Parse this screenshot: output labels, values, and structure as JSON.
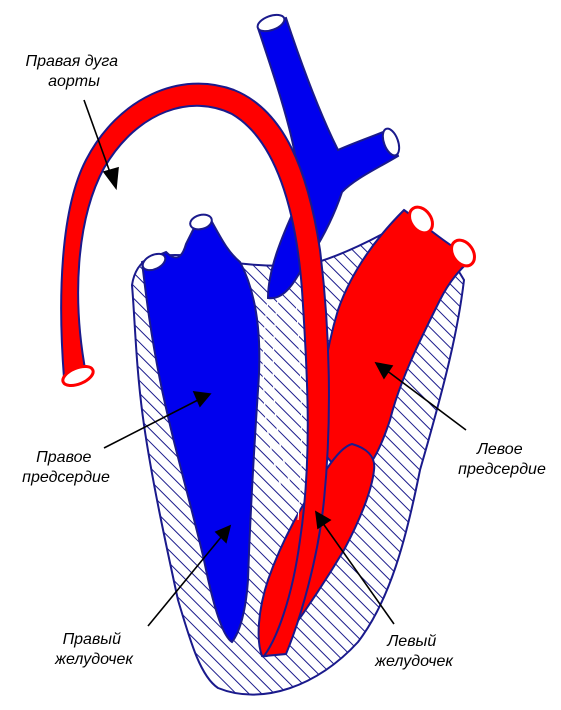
{
  "labels": {
    "right_aortic_arch": [
      "Правая дуга",
      "аорты"
    ],
    "right_atrium": [
      "Правое",
      "предсердие"
    ],
    "left_atrium": [
      "Левое",
      "предсердие"
    ],
    "right_ventricle": [
      "Правый",
      "желудочек"
    ],
    "left_ventricle": [
      "Левый",
      "желудочек"
    ]
  },
  "colors": {
    "venous_blue": "#0000ee",
    "arterial_red": "#ff0000",
    "outline_navy": "#1a1a8c",
    "hatch_navy": "#1a1a8c",
    "vessel_opening": "#ffffff",
    "label_text": "#000000"
  }
}
